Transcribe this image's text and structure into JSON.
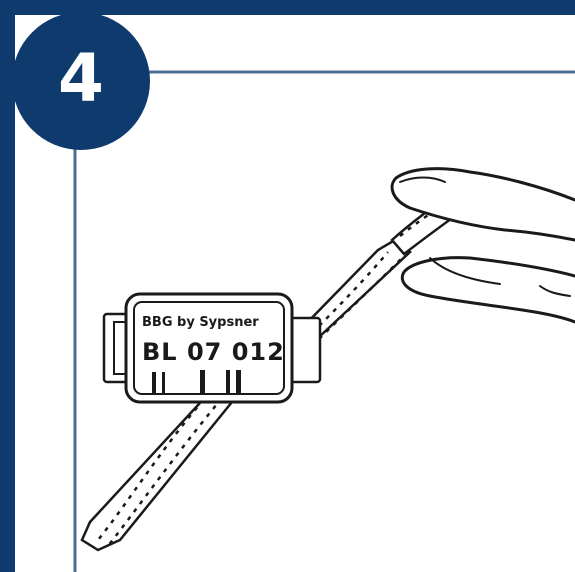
{
  "step": {
    "number": "4"
  },
  "tag": {
    "brand_line": "BBG by Sypsner",
    "code_line": "BL 07 012"
  },
  "colors": {
    "frame": "#0e3a6e",
    "connector_line": "#4d6f96",
    "panel": "#ffffff",
    "ink": "#1a1a1a"
  },
  "icons": {
    "illustration": "hand-pulling-strap-through-seal-tag"
  }
}
